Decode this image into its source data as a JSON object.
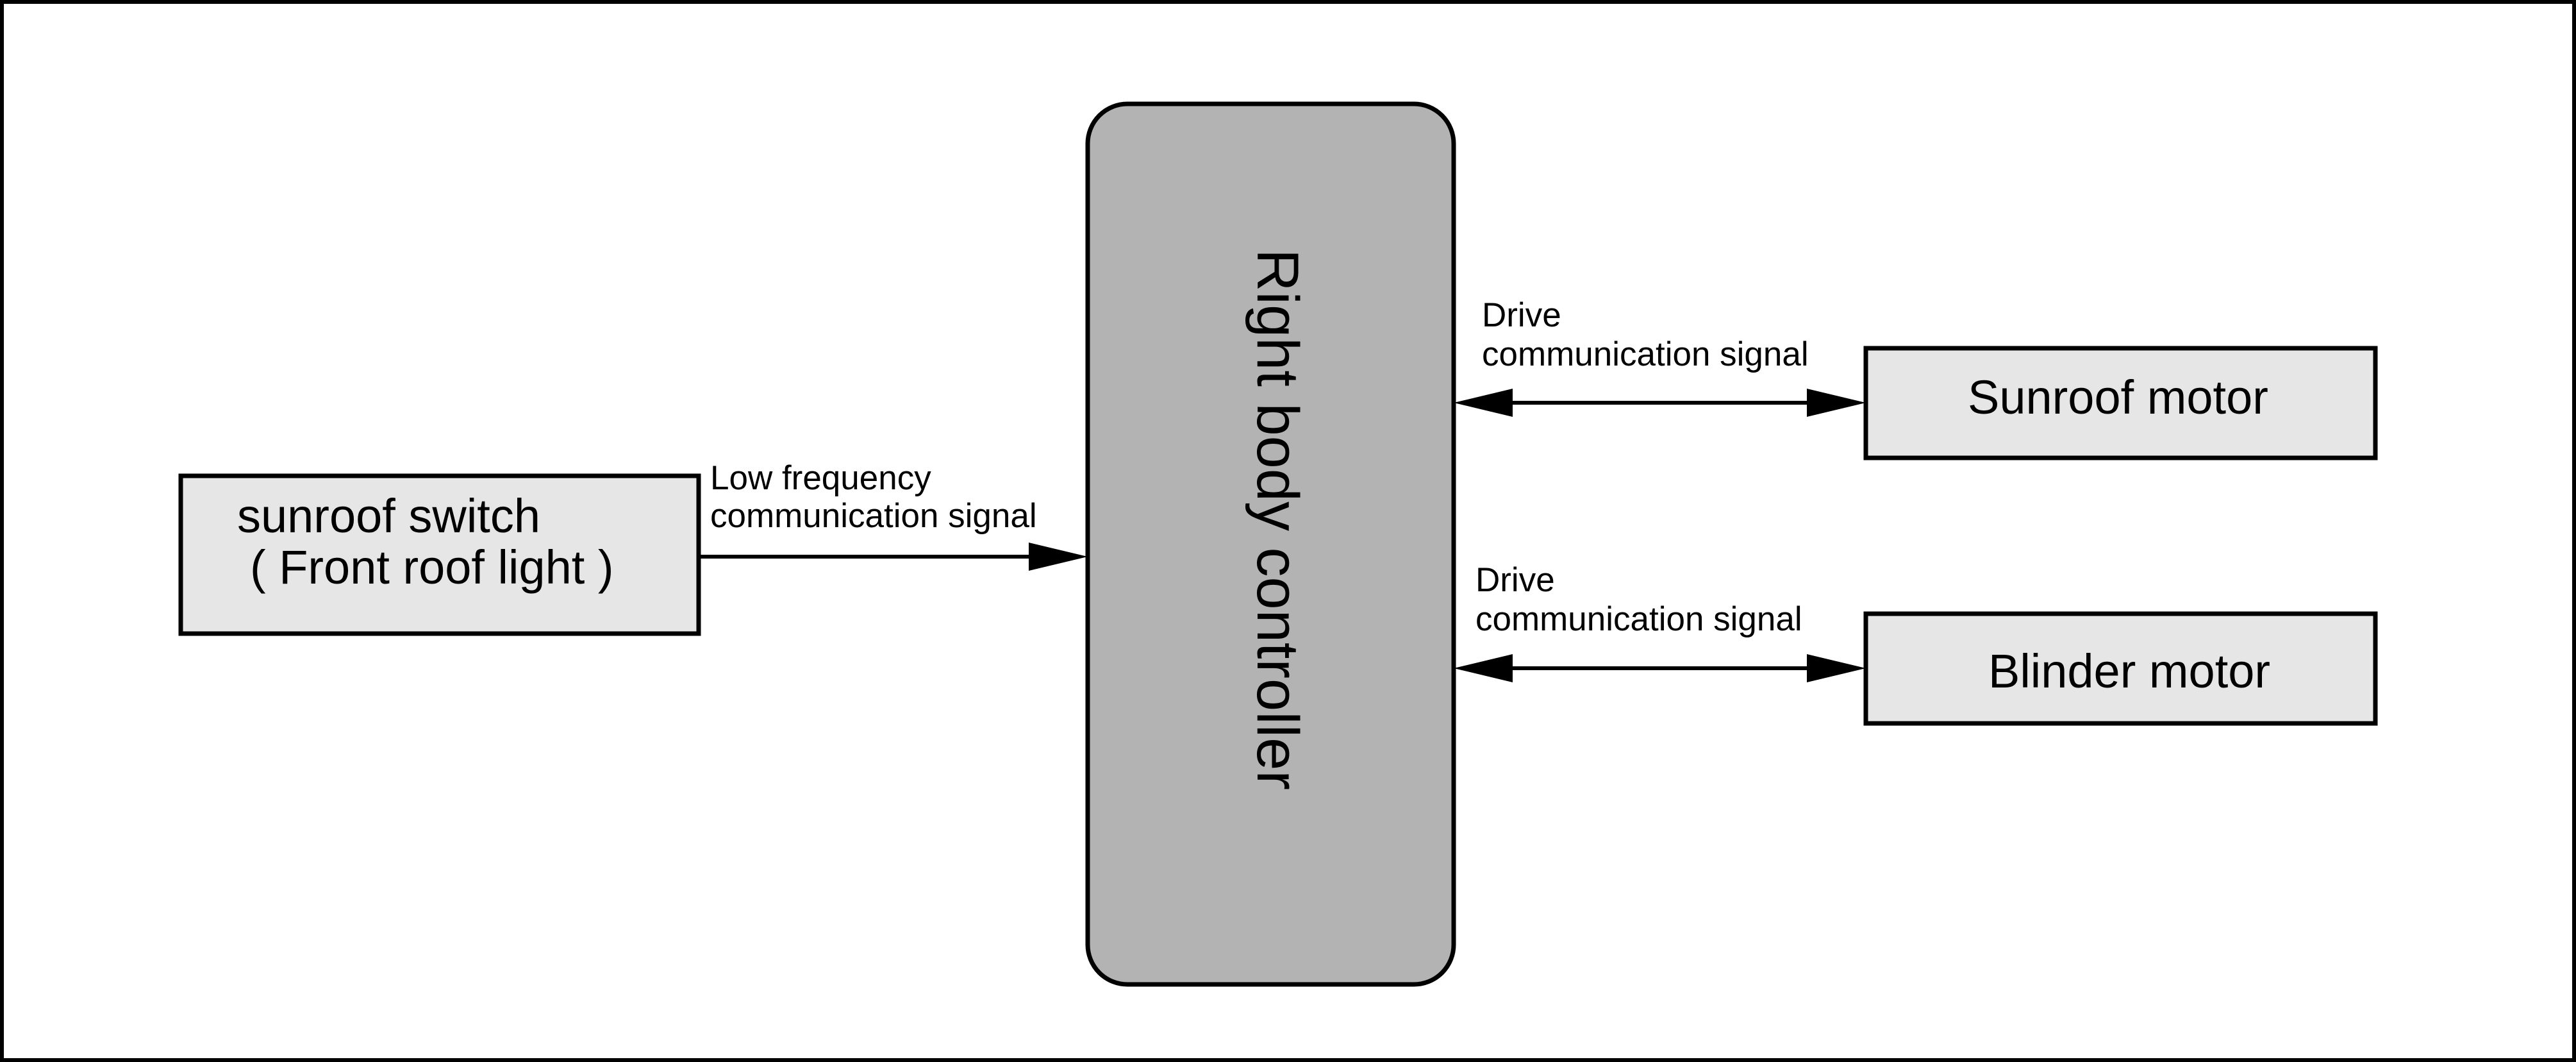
{
  "colors": {
    "box_fill": "#e6e6e6",
    "controller_fill": "#b3b3b3",
    "stroke": "#000000",
    "background": "#ffffff"
  },
  "nodes": {
    "sunroof_switch": {
      "line1": "sunroof  switch",
      "line2": "( Front roof light )"
    },
    "controller": {
      "label": "Right body controller"
    },
    "sunroof_motor": {
      "label": "Sunroof motor"
    },
    "blinder_motor": {
      "label": "Blinder motor"
    }
  },
  "edges": {
    "switch_to_controller": {
      "line1": "Low frequency",
      "line2": "communication signal",
      "direction": "one-way"
    },
    "controller_sunroof_motor": {
      "line1": "Drive",
      "line2": "communication signal",
      "direction": "two-way"
    },
    "controller_blinder_motor": {
      "line1": "Drive",
      "line2": "communication signal",
      "direction": "two-way"
    }
  }
}
